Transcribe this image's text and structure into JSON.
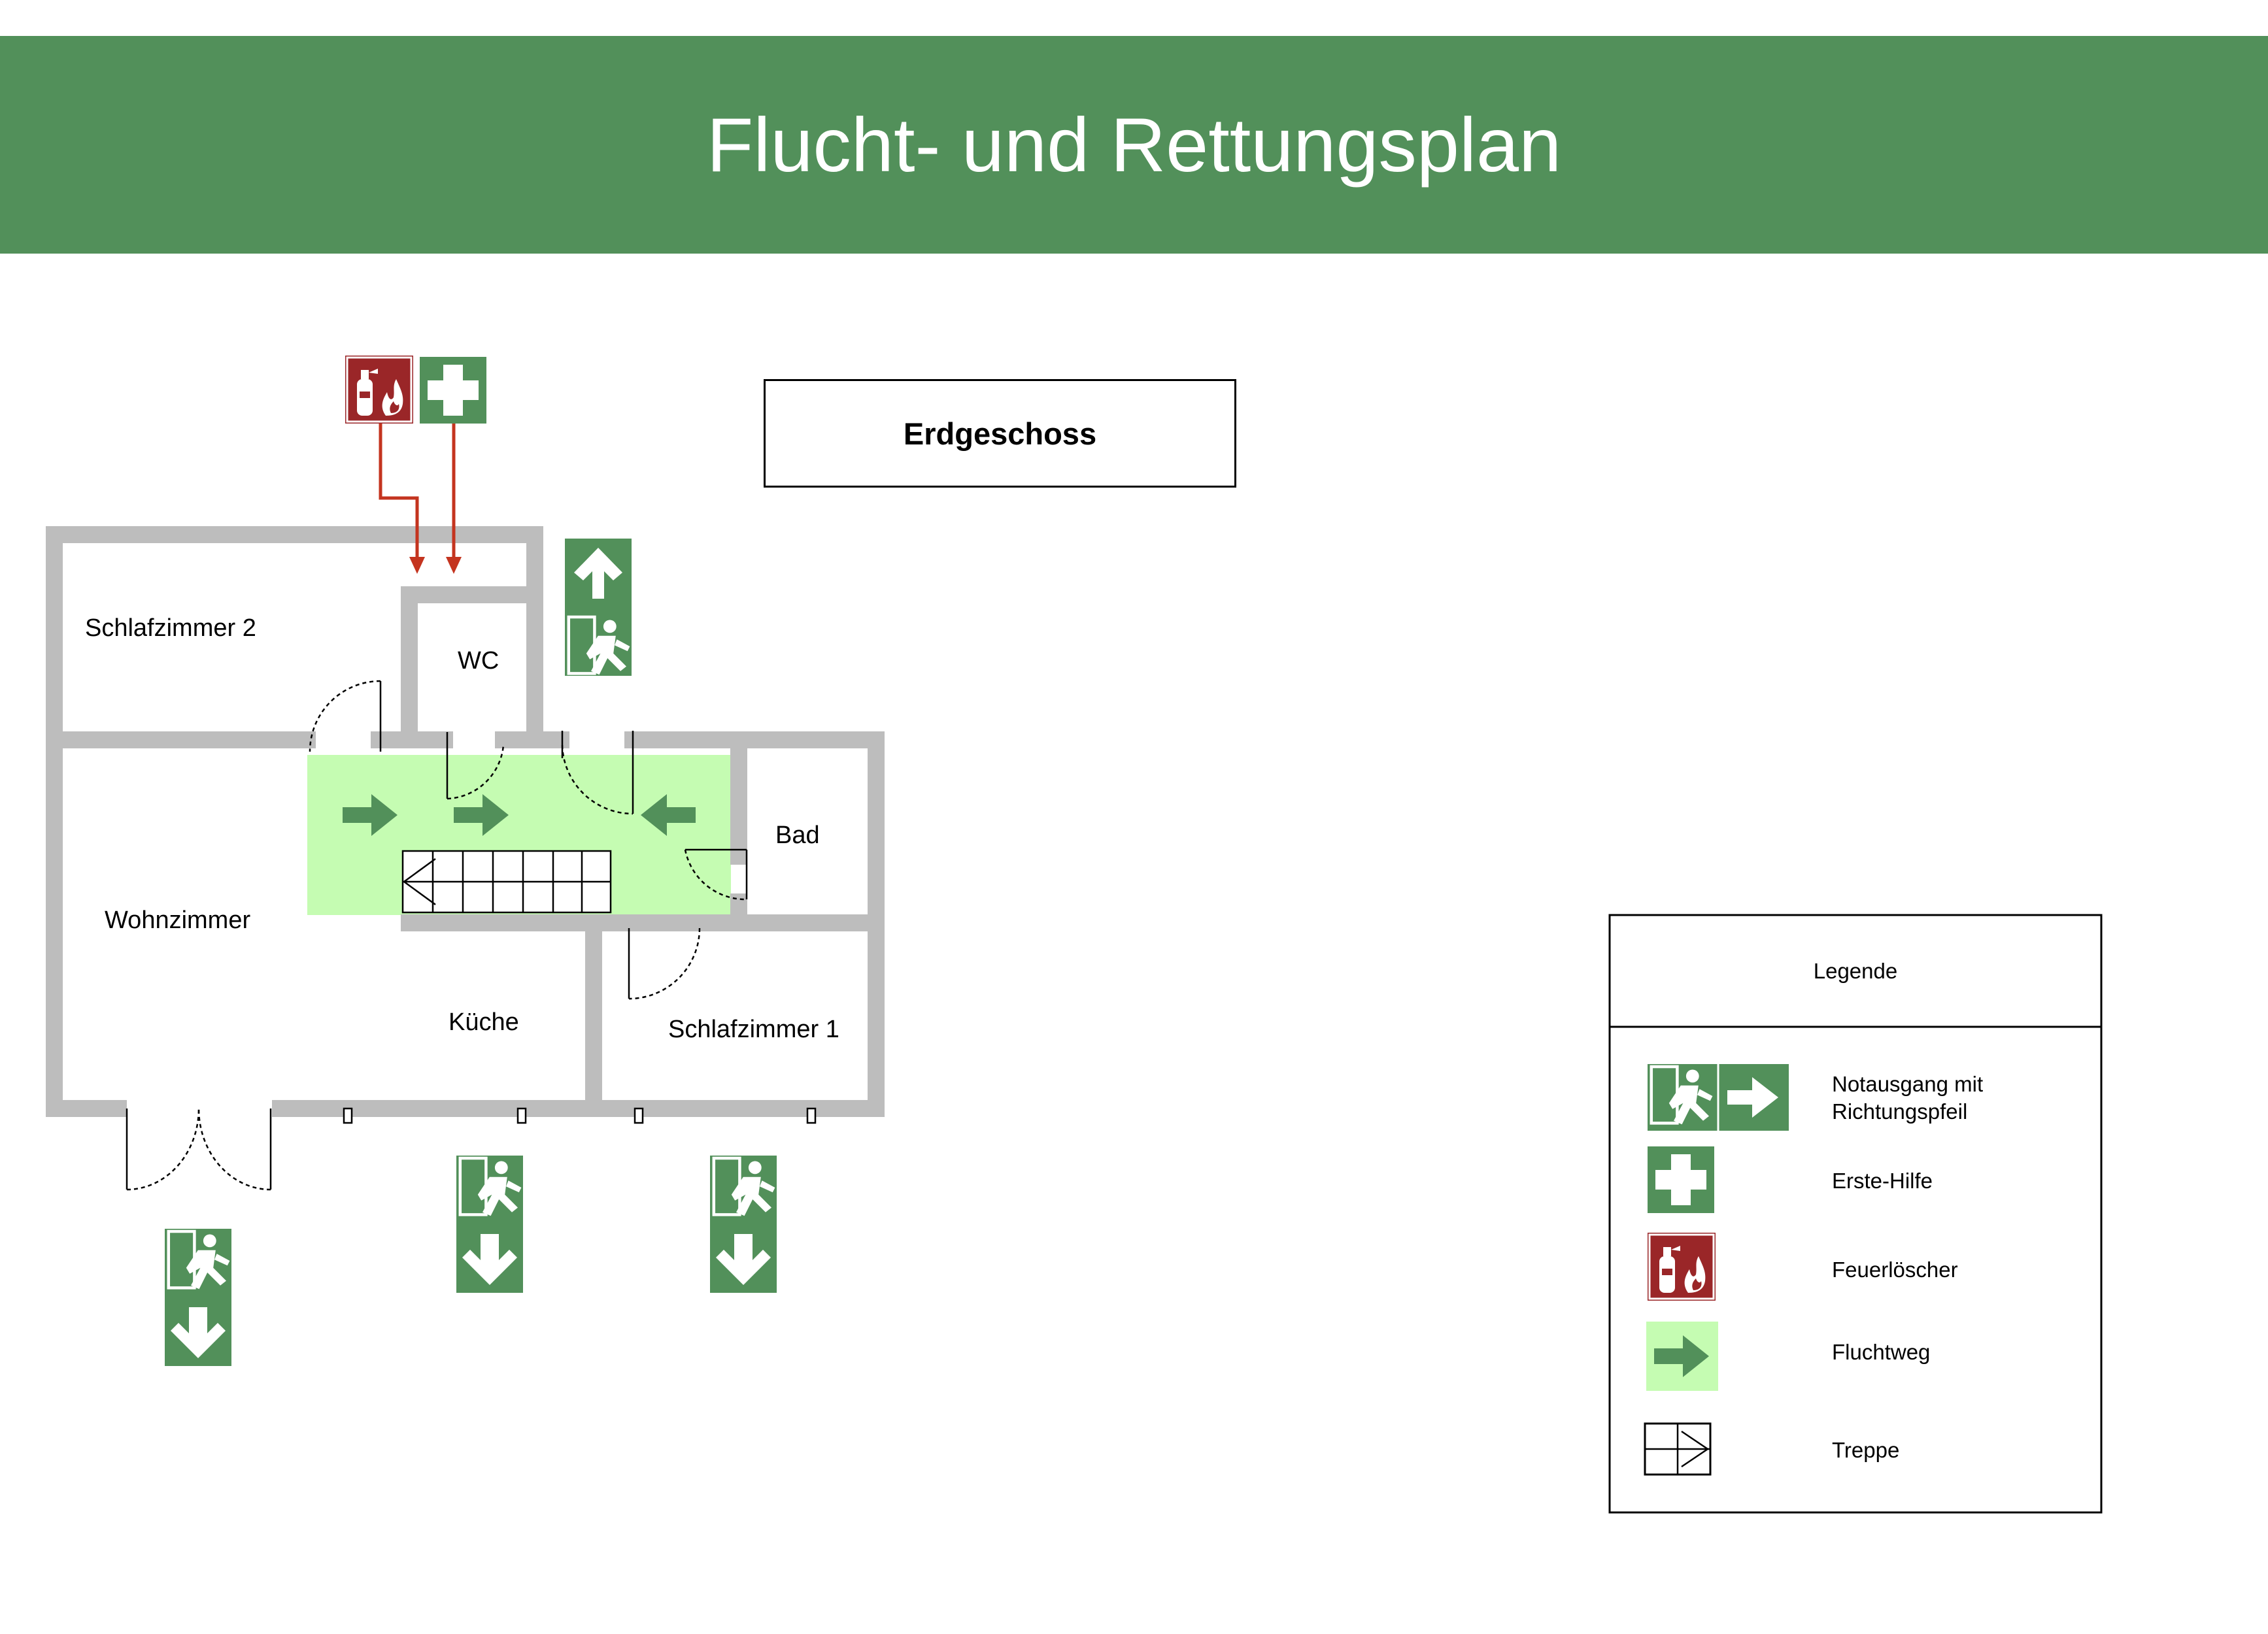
{
  "title": "Flucht- und Rettungsplan",
  "floor": "Erdgeschoss",
  "colors": {
    "header": "#52905a",
    "sign_green": "#52905a",
    "escape_route": "#c5fcb2",
    "wall": "#bdbdbd",
    "fire_red": "#9a2628",
    "arrow_red": "#c4341f"
  },
  "rooms": {
    "schlafzimmer2": "Schlafzimmer 2",
    "wc": "WC",
    "bad": "Bad",
    "wohnzimmer": "Wohnzimmer",
    "kueche": "Küche",
    "schlafzimmer1": "Schlafzimmer 1"
  },
  "legend": {
    "title": "Legende",
    "items": [
      {
        "icon": "emergency-exit-arrow-icon",
        "label_line1": "Notausgang mit",
        "label_line2": "Richtungspfeil"
      },
      {
        "icon": "first-aid-icon",
        "label": "Erste-Hilfe"
      },
      {
        "icon": "fire-extinguisher-icon",
        "label": "Feuerlöscher"
      },
      {
        "icon": "escape-route-icon",
        "label": "Fluchtweg"
      },
      {
        "icon": "stairs-icon",
        "label": "Treppe"
      }
    ]
  }
}
